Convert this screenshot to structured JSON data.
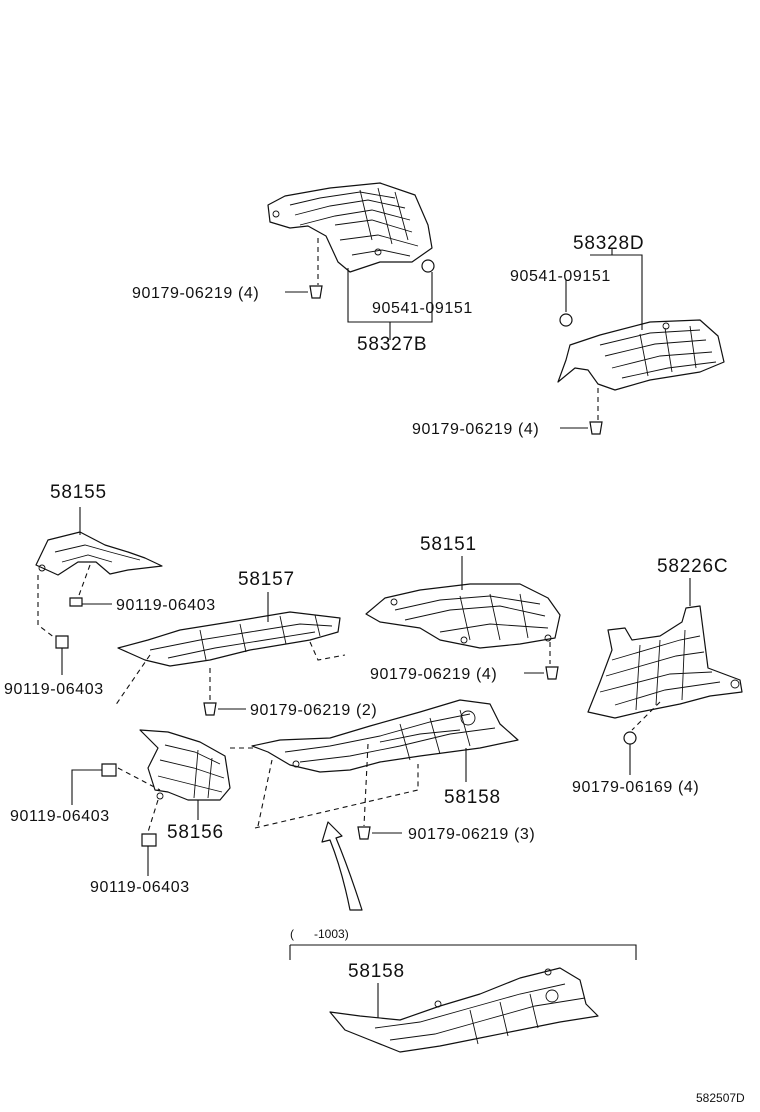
{
  "labels": {
    "p58327B": "58327B",
    "p90179_top": "90179-06219 (4)",
    "p90541_top": "90541-09151",
    "p58328D": "58328D",
    "p90541_right": "90541-09151",
    "p90179_right": "90179-06219 (4)",
    "p58155": "58155",
    "p90119_a": "90119-06403",
    "p90119_b": "90119-06403",
    "p58157": "58157",
    "p90179_2": "90179-06219 (2)",
    "p58151": "58151",
    "p90179_58151": "90179-06219 (4)",
    "p58226C": "58226C",
    "p90179_06169": "90179-06169 (4)",
    "p58158": "58158",
    "p90179_3": "90179-06219 (3)",
    "p90119_c": "90119-06403",
    "p58156": "58156",
    "p90119_d": "90119-06403",
    "bracket": "(      -1003)",
    "p58158_alt": "58158",
    "diagram_code": "582507D"
  }
}
